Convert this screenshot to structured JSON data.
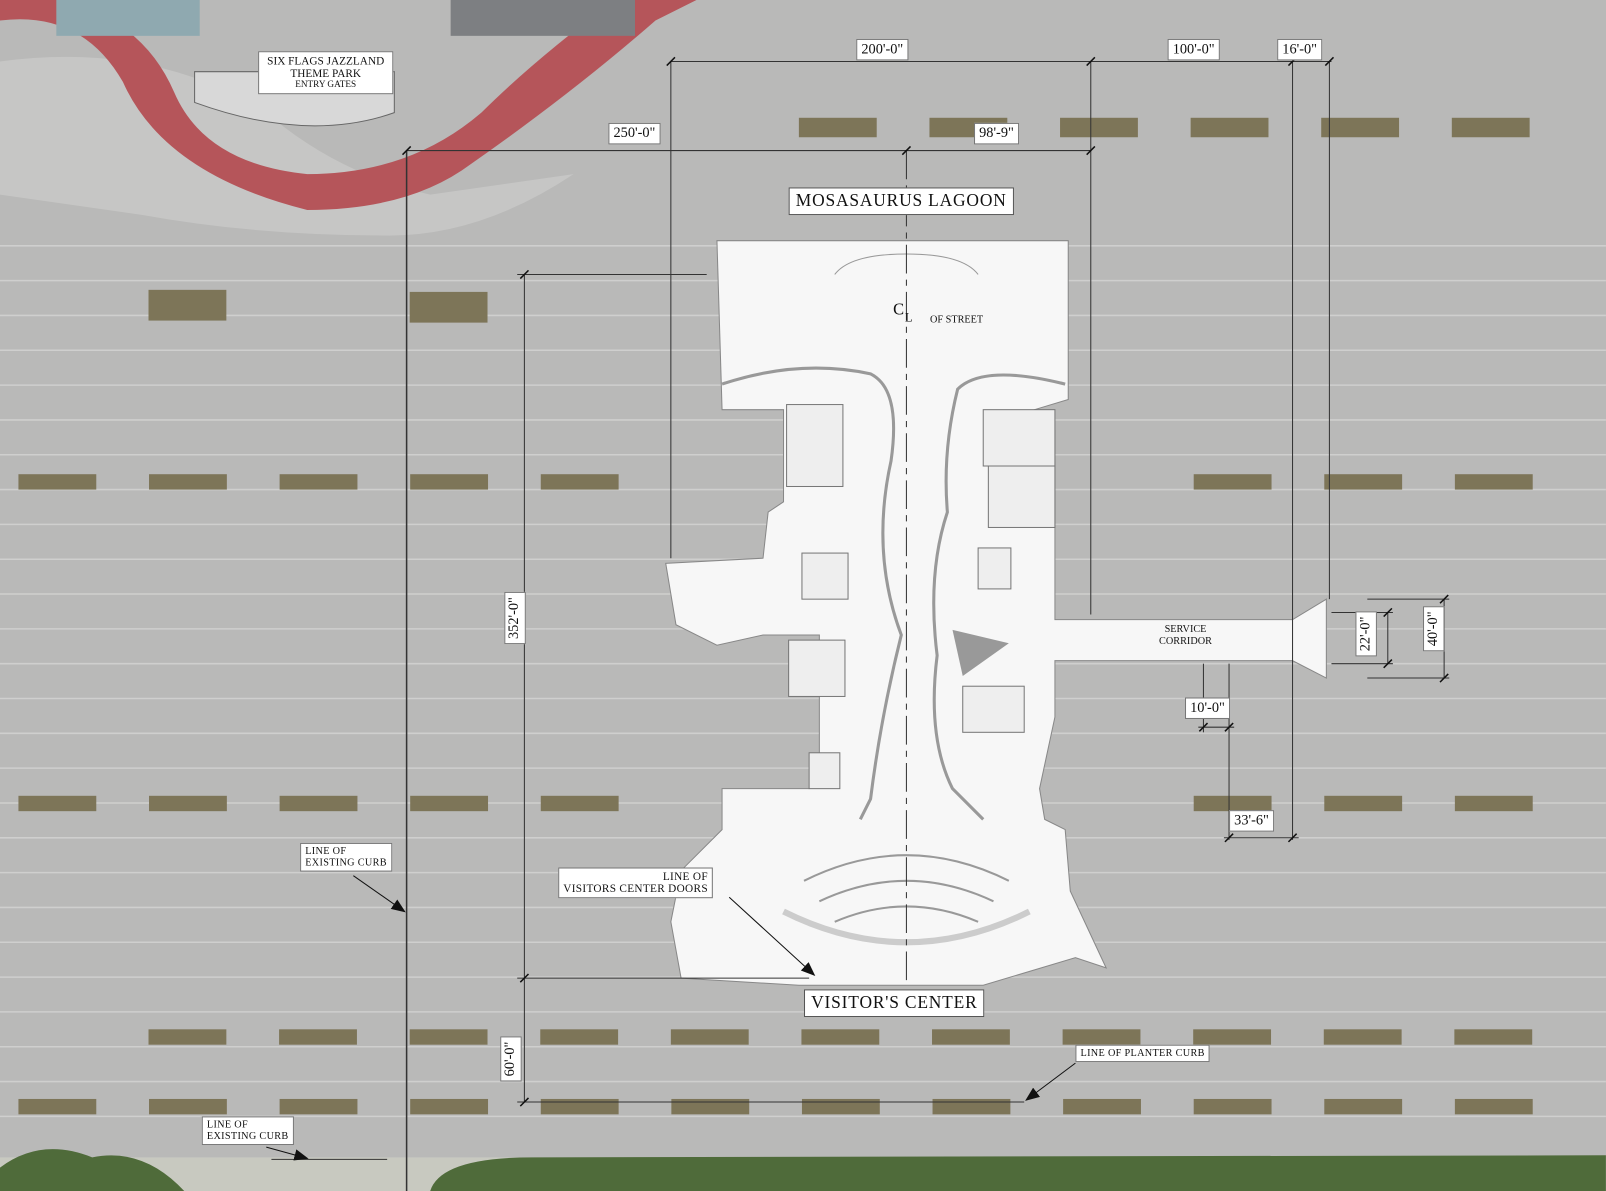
{
  "plan_title": "MOSASAURUS LAGOON",
  "entry_gates": {
    "line1": "SIX FLAGS JAZZLAND",
    "line2": "THEME PARK",
    "line3": "ENTRY GATES"
  },
  "centerline": {
    "symbol_c": "C",
    "symbol_l": "L",
    "text": "OF STREET"
  },
  "service_corridor": {
    "line1": "SERVICE",
    "line2": "CORRIDOR"
  },
  "visitors_center": "VISITOR'S CENTER",
  "dimensions": {
    "top_200": "200'-0\"",
    "top_100": "100'-0\"",
    "top_16": "16'-0\"",
    "width_250": "250'-0\"",
    "width_98_9": "98'-9\"",
    "height_352": "352'-0\"",
    "height_60": "60'-0\"",
    "corridor_22": "22'-0\"",
    "corridor_40": "40'-0\"",
    "door_10": "10'-0\"",
    "offset_33_6": "33'-6\""
  },
  "notes": {
    "curb_1": {
      "line1": "LINE OF",
      "line2": "EXISTING CURB"
    },
    "curb_2": {
      "line1": "LINE OF",
      "line2": "EXISTING CURB"
    },
    "doors": {
      "line1": "LINE OF",
      "line2": "VISITORS CENTER DOORS"
    },
    "planter": "LINE OF PLANTER CURB"
  },
  "colors": {
    "asphalt": "#b9b9b8",
    "brick": "#b5555a",
    "planter": "#7d7558",
    "building": "#f7f7f7",
    "trees": "#4f6b3a"
  }
}
